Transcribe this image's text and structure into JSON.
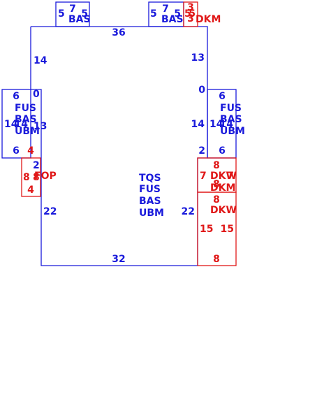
{
  "colors": {
    "blue": "#1a1adb",
    "red": "#e01818",
    "background": "#ffffff"
  },
  "shapes": [
    {
      "id": "main-block",
      "color": "blue",
      "labels": [
        "36",
        "14",
        "13",
        "0",
        "0",
        "13",
        "14",
        "2",
        "2",
        "22",
        "22",
        "32",
        "TQS",
        "FUS",
        "BAS",
        "UBM"
      ]
    },
    {
      "id": "top-left-block",
      "color": "blue",
      "labels": [
        "5",
        "7",
        "5",
        "BAS"
      ]
    },
    {
      "id": "top-right-block",
      "color": "blue",
      "labels": [
        "5",
        "7",
        "5",
        "BAS"
      ]
    },
    {
      "id": "top-right-red-block",
      "color": "red",
      "labels": [
        "3",
        "5",
        "3",
        "5",
        "DKM"
      ]
    },
    {
      "id": "left-side-block",
      "color": "blue",
      "labels": [
        "6",
        "FUS",
        "BAS",
        "UBM",
        "14",
        "14",
        "6"
      ]
    },
    {
      "id": "right-side-block",
      "color": "blue",
      "labels": [
        "6",
        "FUS",
        "BAS",
        "UBM",
        "14",
        "14",
        "6"
      ]
    },
    {
      "id": "left-red-block",
      "color": "red",
      "labels": [
        "4",
        "8",
        "8",
        "FOP",
        "4"
      ]
    },
    {
      "id": "right-red-upper-block",
      "color": "red",
      "labels": [
        "8",
        "7",
        "7",
        "DKW",
        "DKM",
        "8"
      ]
    },
    {
      "id": "right-red-lower-block",
      "color": "red",
      "labels": [
        "8",
        "DKW",
        "15",
        "15",
        "8"
      ]
    }
  ]
}
